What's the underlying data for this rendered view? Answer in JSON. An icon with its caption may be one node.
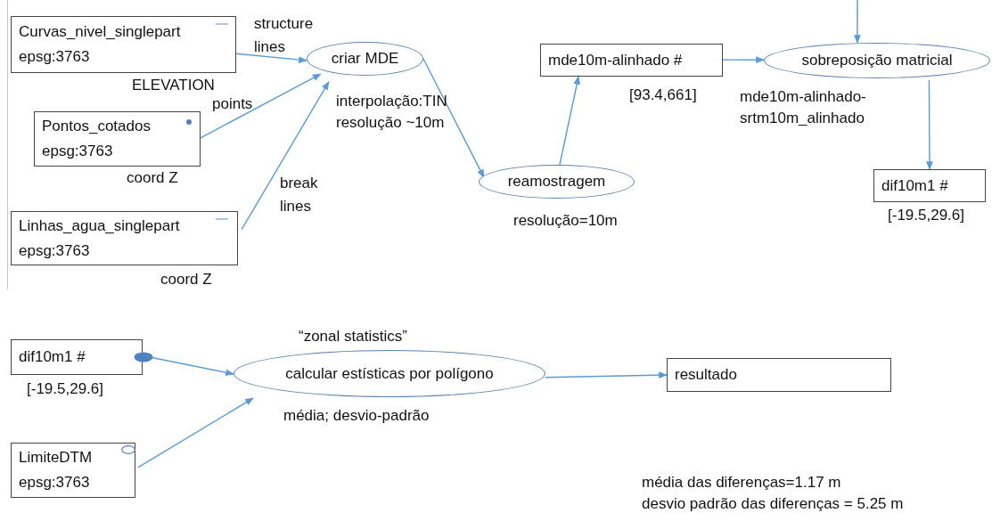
{
  "diagram": {
    "nodes": [
      {
        "text": [
          "Curvas_nivel_singlepart",
          "epsg:3763"
        ],
        "beside": [
          "ELEVATION"
        ]
      },
      {
        "text": [
          "Pontos_cotados",
          "epsg:3763"
        ],
        "beside": [
          "coord Z"
        ]
      },
      {
        "text": [
          "Linhas_agua_singlepart",
          "epsg:3763"
        ],
        "beside": [
          "coord Z"
        ]
      },
      {
        "text": [
          "criar MDE"
        ],
        "beside": [
          "interpolação:TIN resolução ~10m"
        ]
      },
      {
        "text": [
          "reamostragem"
        ],
        "beside": [
          "resolução=10m"
        ]
      },
      {
        "text": [
          "mde10m-alinhado #"
        ],
        "beside": [
          "[93.4,661]"
        ]
      },
      {
        "text": [
          "sobreposição matricial"
        ],
        "beside": [
          "mde10m-alinhado- srtm10m_alinhado"
        ]
      },
      {
        "text": [
          "dif10m1 #"
        ],
        "beside": [
          "[-19.5,29.6]"
        ]
      },
      {
        "text": [
          "dif10m1 #"
        ],
        "beside": [
          "[-19.5,29.6]"
        ]
      },
      {
        "text": [
          "calcular estísticas por polígono"
        ],
        "beside": [
          "“zonal statistics”",
          "média; desvio-padrão"
        ]
      },
      {
        "text": [
          "resultado"
        ]
      },
      {
        "text": [
          "LimiteDTM",
          "epsg:3763"
        ]
      }
    ],
    "edges": [
      {
        "from": 0,
        "to": 3,
        "arrow": "to",
        "label": "structure lines"
      },
      {
        "from": 1,
        "to": 3,
        "arrow": "to",
        "label": "points"
      },
      {
        "from": 2,
        "to": 3,
        "arrow": "to",
        "label": "break lines"
      },
      {
        "from": 3,
        "to": 4,
        "arrow": "to"
      },
      {
        "from": 4,
        "to": 5,
        "arrow": "to"
      },
      {
        "from": 5,
        "to": 6,
        "arrow": "to"
      },
      {
        "from": null,
        "to": 6,
        "arrow": "to"
      },
      {
        "from": 6,
        "to": 7,
        "arrow": "to"
      },
      {
        "from": 8,
        "to": 9,
        "arrow": "to"
      },
      {
        "from": 11,
        "to": 9,
        "arrow": "to"
      },
      {
        "from": 9,
        "to": 10,
        "arrow": "to"
      }
    ],
    "labels": [
      "média das diferenças=1.17 m",
      "desvio padrão das diferenças = 5.25 m"
    ]
  }
}
